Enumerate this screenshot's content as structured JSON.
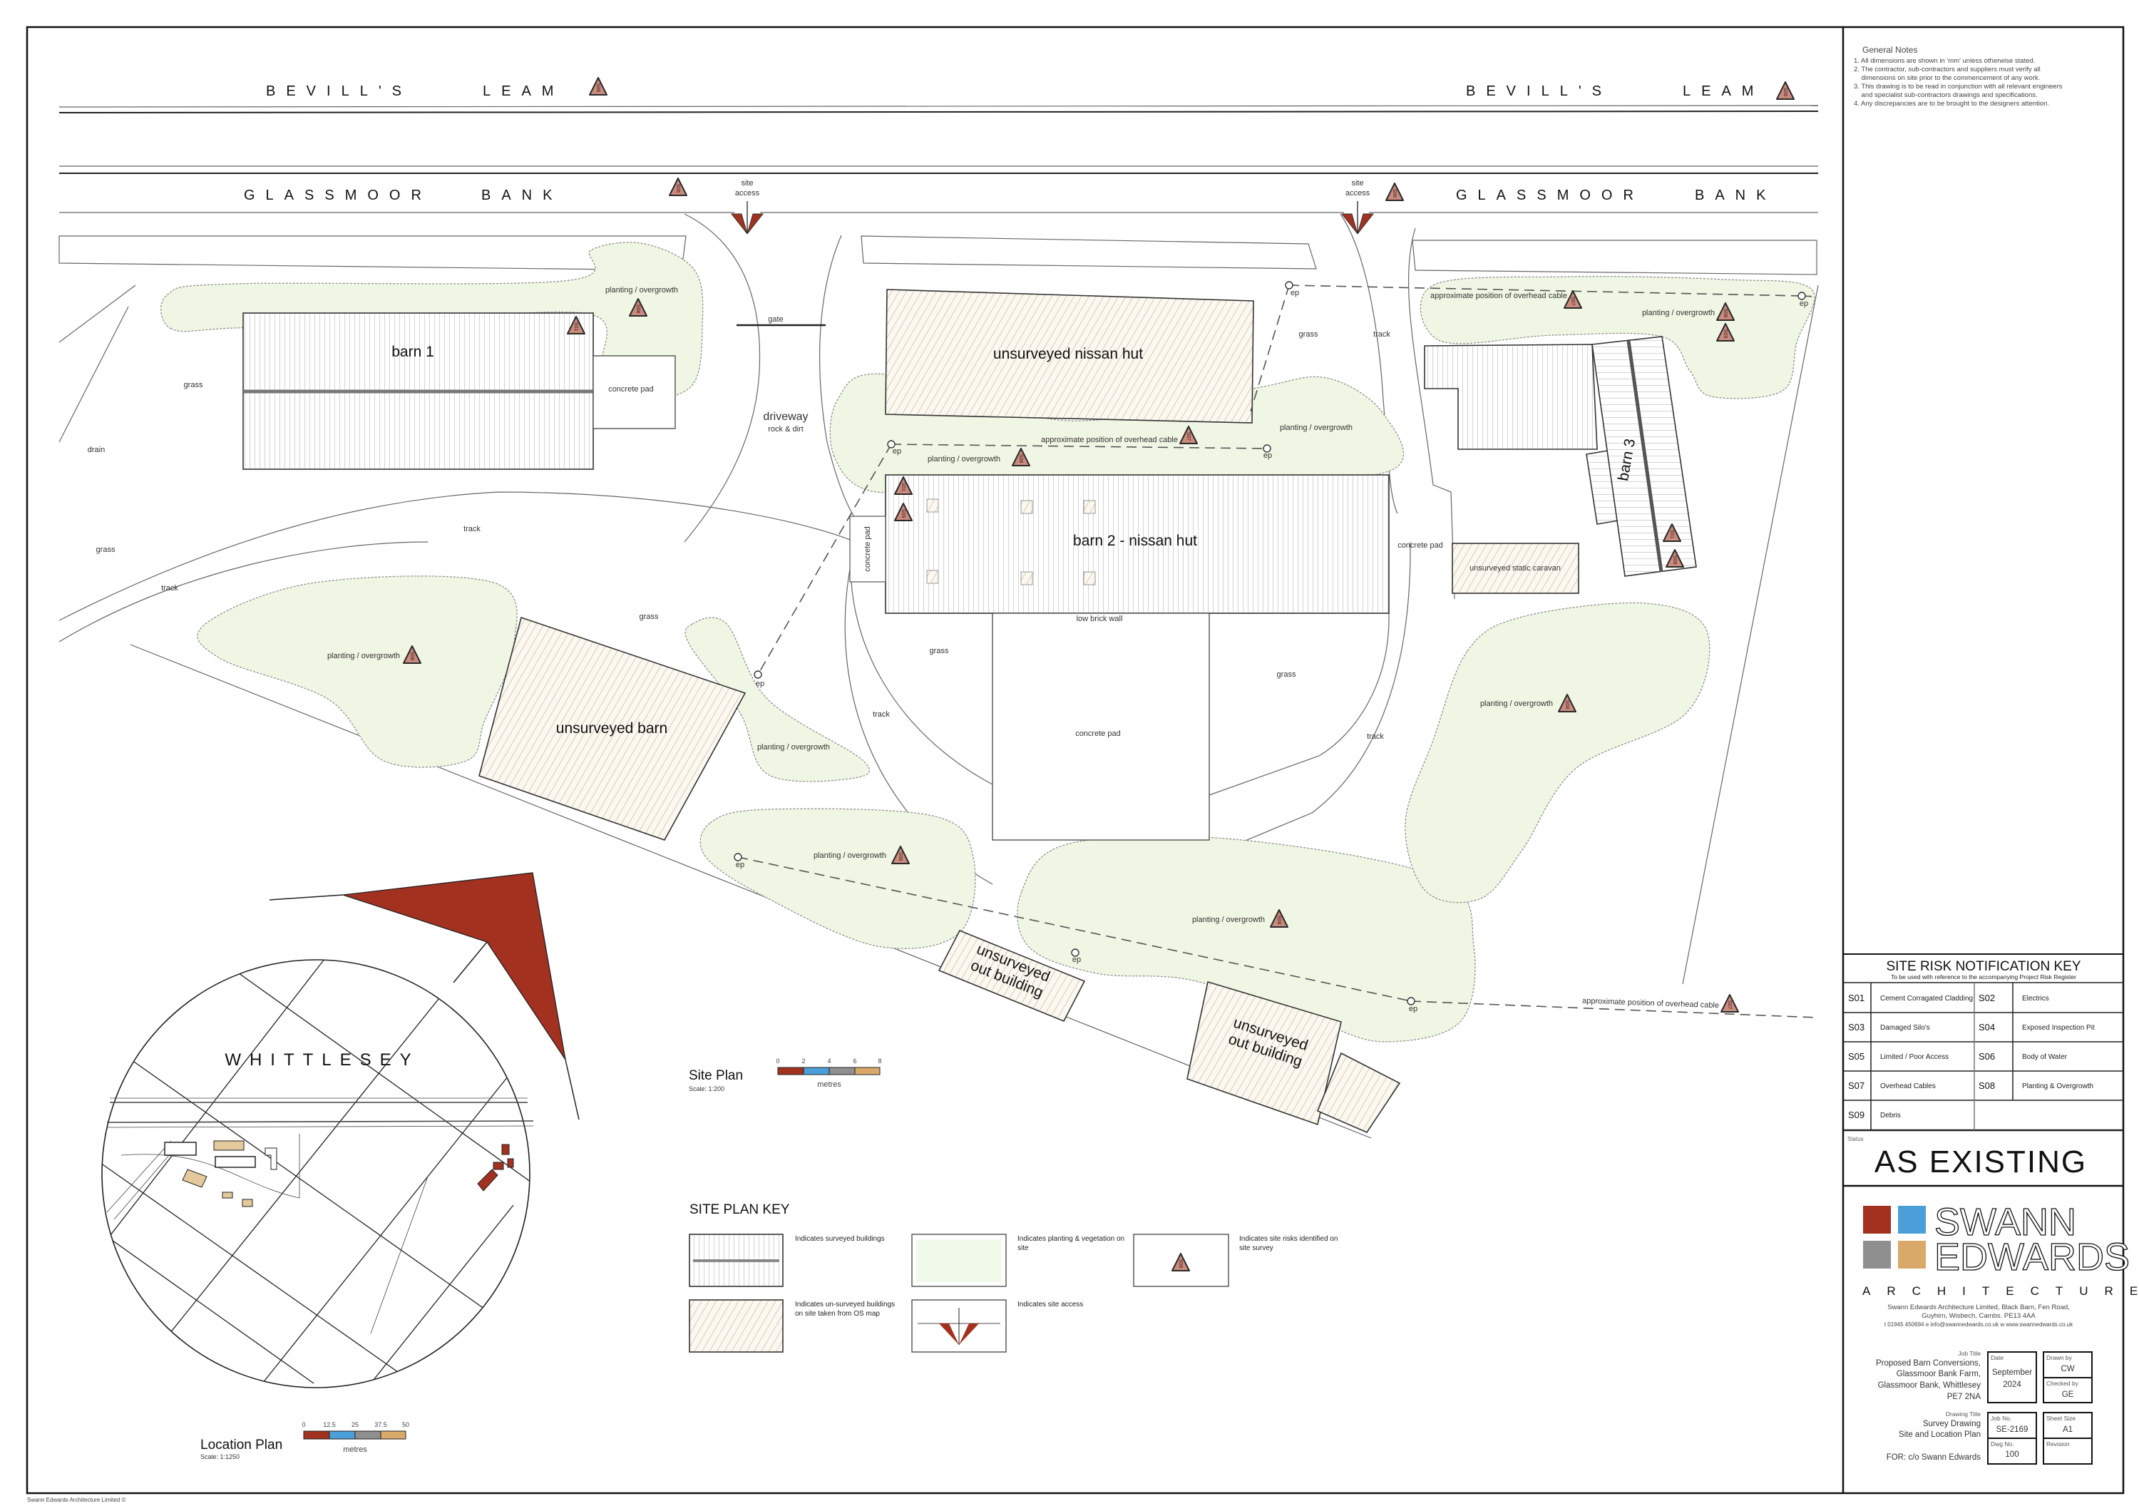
{
  "roads": {
    "bevills_word1": "BEVILL'S",
    "bevills_word2": "LEAM",
    "glassmoor_word1": "GLASSMOOR",
    "glassmoor_word2": "BANK"
  },
  "site_access": {
    "line1": "site",
    "line2": "access"
  },
  "buildings": {
    "barn1": "barn 1",
    "nissan_unsurveyed": "unsurveyed nissan hut",
    "barn2": "barn 2 - nissan hut",
    "barn3": "barn 3",
    "unsurveyed_barn": "unsurveyed barn",
    "out_building_line1": "unsurveyed",
    "out_building_line2": "out building",
    "caravan": "unsurveyed static caravan"
  },
  "labels": {
    "planting": "planting / overgrowth",
    "grass": "grass",
    "track": "track",
    "drain": "drain",
    "gate": "gate",
    "driveway": "driveway",
    "driveway_sub": "rock & dirt",
    "concrete_pad": "concrete pad",
    "low_brick_wall": "low brick wall",
    "overhead_cable": "approximate position of overhead cable",
    "ep": "ep"
  },
  "risk_markers": [
    "S06",
    "S06",
    "S06",
    "S06",
    "S08",
    "S01",
    "S07",
    "S08",
    "S01",
    "S09",
    "S07",
    "S08",
    "S09",
    "S01",
    "S09",
    "S08",
    "S08",
    "S08",
    "S08",
    "S07"
  ],
  "site_plan_scale": {
    "title": "Site Plan",
    "scale": "Scale: 1:200",
    "ticks": [
      "0",
      "2",
      "4",
      "6",
      "8"
    ],
    "unit": "metres"
  },
  "location_plan": {
    "town": "WHITTLESEY",
    "title": "Location Plan",
    "scale": "Scale: 1:1250",
    "ticks": [
      "0",
      "12.5",
      "25",
      "37.5",
      "50"
    ],
    "unit": "metres"
  },
  "site_plan_key": {
    "title": "SITE PLAN KEY",
    "surveyed": "Indicates surveyed buildings",
    "planting_l1": "Indicates planting & vegetation on",
    "planting_l2": "site",
    "risks_l1": "Indicates site risks identified on",
    "risks_l2": "site survey",
    "risk_sample": "S08",
    "unsurveyed_l1": "Indicates un-surveyed buildings",
    "unsurveyed_l2": "on site taken from OS map",
    "access": "Indicates site access"
  },
  "general_notes": {
    "title": "General Notes",
    "lines": [
      "1. All dimensions are shown in 'mm' unless otherwise stated.",
      "2. The contractor, sub-contractors and suppliers must verify all",
      "    dimensions on site prior to the commencement of any work.",
      "3. This drawing is to be read in conjunction with all relevant engineers",
      "    and specialist sub-contractors drawings and specifications.",
      "4. Any discrepancies are to be brought to the designers attention."
    ]
  },
  "risk_key": {
    "title": "SITE RISK NOTIFICATION KEY",
    "subtitle": "To be used with reference to the accompanying Project Risk Register",
    "items": [
      {
        "code": "S01",
        "label": "Cement Corragated Cladding"
      },
      {
        "code": "S02",
        "label": "Electrics"
      },
      {
        "code": "S03",
        "label": "Damaged Silo's"
      },
      {
        "code": "S04",
        "label": "Exposed Inspection Pit"
      },
      {
        "code": "S05",
        "label": "Limited / Poor Access"
      },
      {
        "code": "S06",
        "label": "Body of Water"
      },
      {
        "code": "S07",
        "label": "Overhead Cables"
      },
      {
        "code": "S08",
        "label": "Planting & Overgrowth"
      },
      {
        "code": "S09",
        "label": "Debris"
      }
    ]
  },
  "status": {
    "label": "Status",
    "value": "AS EXISTING"
  },
  "logo": {
    "line1": "SWANN",
    "line2": "EDWARDS",
    "tagline": "ARCHITECTURE",
    "colors": [
      "#a3311f",
      "#4a9fd8",
      "#8f8f8f",
      "#d9a96a"
    ],
    "address1": "Swann Edwards Architecture Limited, Black Barn, Fen Road,",
    "address2": "Guyhirn, Wisbech, Cambs. PE13 4AA",
    "contact": "t 01945 450694 e info@swannedwards.co.uk w www.swannedwards.co.uk"
  },
  "title_block": {
    "job_title_label": "Job Title",
    "job_title": [
      "Proposed Barn Conversions,",
      "Glassmoor Bank Farm,",
      "Glassmoor Bank, Whittlesey",
      "PE7 2NA"
    ],
    "drawing_title_label": "Drawing Title",
    "drawing_title": [
      "Survey Drawing",
      "Site and Location Plan"
    ],
    "for": "FOR: c/o Swann Edwards",
    "date_label": "Date",
    "date_l1": "September",
    "date_l2": "2024",
    "drawn_label": "Drawn by",
    "drawn": "CW",
    "checked_label": "Checked by",
    "checked": "GE",
    "job_no_label": "Job No.",
    "job_no": "SE-2169",
    "sheet_label": "Sheet Size",
    "sheet": "A1",
    "dwg_label": "Dwg No.",
    "dwg": "100",
    "revision_label": "Revision",
    "revision": ""
  },
  "footer": "Swann Edwards Architecture Limited ©"
}
